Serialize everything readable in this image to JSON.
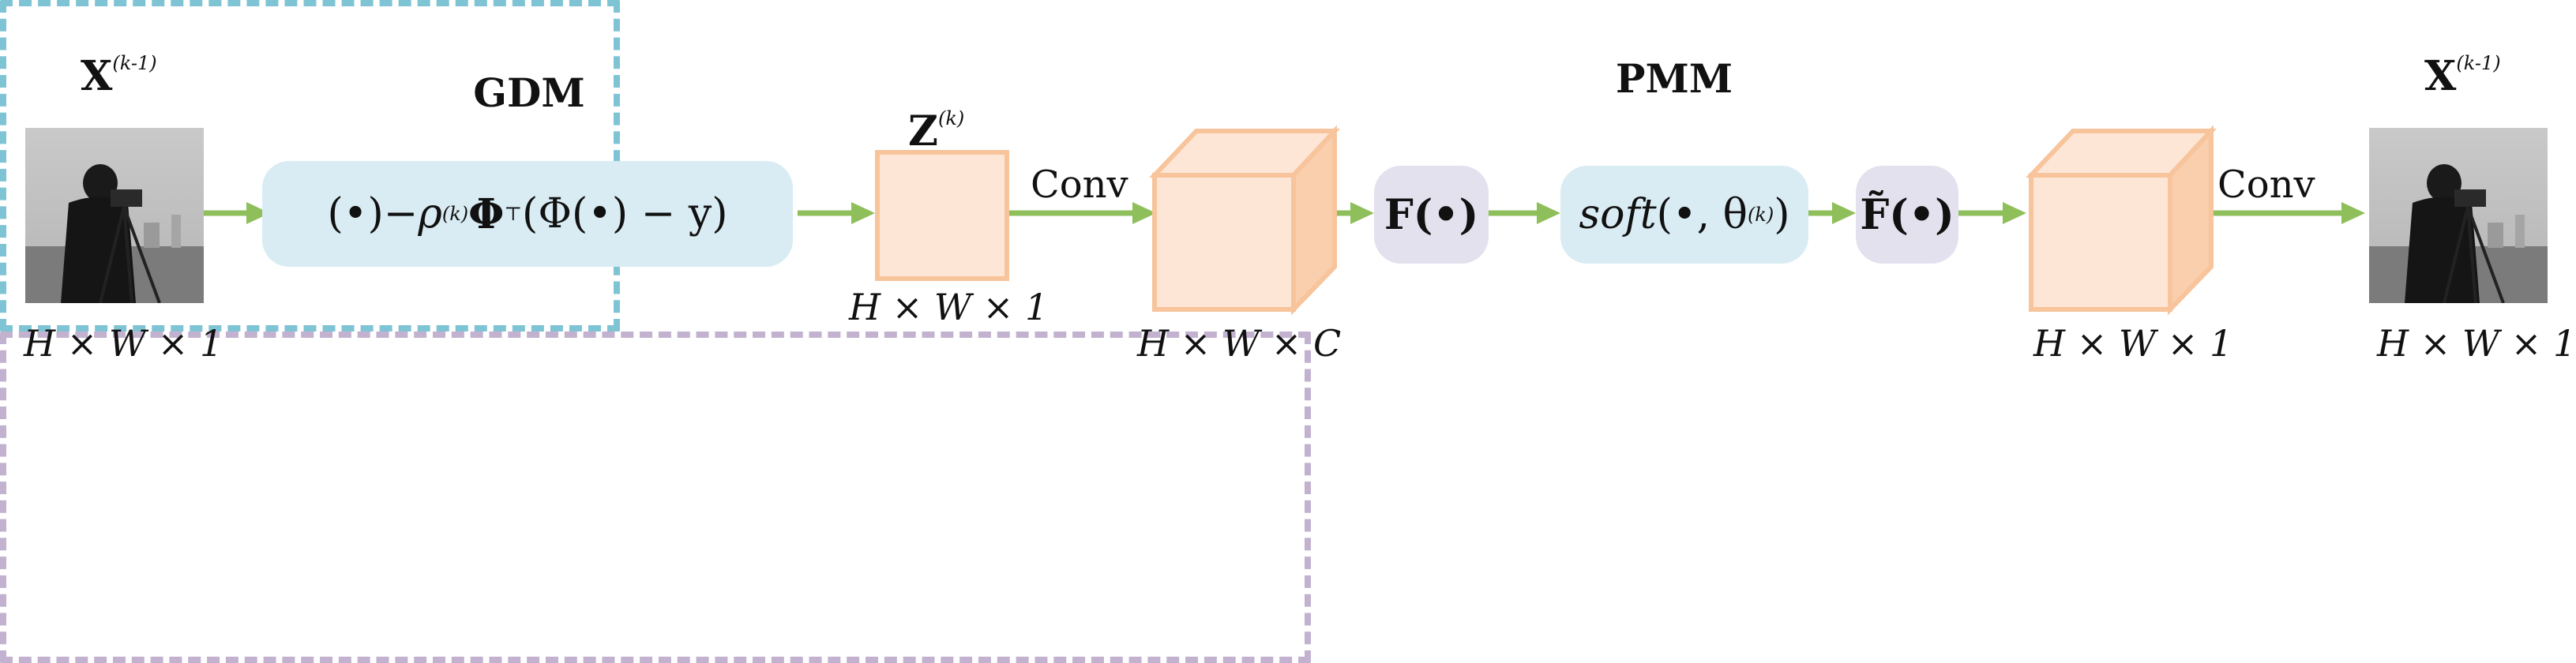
{
  "blocks": {
    "gdm_title": "GDM",
    "pmm_title": "PMM"
  },
  "labels": {
    "input_X": "X",
    "input_X_sup": "(k-1)",
    "output_X": "X",
    "output_X_sup": "(k-1)",
    "Z": "Z",
    "Z_sup": "(k)",
    "conv_left": "Conv",
    "conv_right": "Conv"
  },
  "dims": {
    "input": "H × W × 1",
    "z": "H × W × 1",
    "cube_left": "H × W × C",
    "cube_right": "H × W × 1",
    "output": "H × W × 1"
  },
  "formulas": {
    "gdm": {
      "open_dot": "(•)",
      "minus": " − ",
      "rho": "ρ",
      "rho_sup": "(k)",
      "phi": "Φ",
      "phi_sup": "⊤",
      "inner": "(Φ(•) − y)"
    },
    "F": "F(•)",
    "soft": "soft",
    "soft_args": "(•, θ",
    "soft_sup": "(k)",
    "soft_close": ")",
    "F_tilde": "F̃(•)"
  },
  "colors": {
    "arrow": "#8fbf5a",
    "gdm_dash": "#7fc4d4",
    "pmm_dash": "#c2b2cf",
    "cube_front": "#fde6d6",
    "cube_side": "#f9cfae",
    "cube_edge": "#f7c49b"
  }
}
